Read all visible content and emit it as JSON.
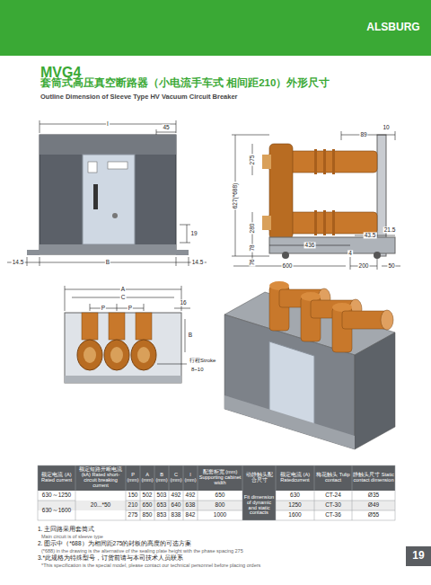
{
  "diagram": {
    "title": "MVG4",
    "labels": [
      "ALSBURG",
      "套筒式高压真空断路器（小电流手车式 相间距210）外形尺寸",
      "Outline Dimension of Sleeve Type HV Vacuum Circuit Breaker",
      "I",
      "45",
      "19",
      "14.5",
      "B",
      "14.5",
      "89",
      "10",
      "275",
      "627(*688)",
      "280",
      "78",
      "76",
      "43.5",
      "21.5",
      "436",
      "4",
      "600",
      "200",
      "50",
      "A",
      "C",
      "P",
      "P",
      "16",
      "B",
      "行程Stroke",
      "8~10",
      "额定电流 (A) Rated current",
      "额定短路开断电流(kA) Rated short-circuit breaking current",
      "P (mm)",
      "A (mm)",
      "B (mm)",
      "C (mm)",
      "I (mm)",
      "配套柜宽 (mm) Supporting cabinet width",
      "动静触头配合尺寸",
      "额定电流 (A) Ratedcurrent",
      "梅花触头 Tulip contact",
      "静触头尺寸 Static contact dimension",
      "630～1250",
      "20...*50",
      "150",
      "502",
      "503",
      "492",
      "492",
      "650",
      "Fit dimension of dynamic and static contacts",
      "630",
      "CT-24",
      "Ø35",
      "630～1600",
      "210",
      "650",
      "653",
      "640",
      "638",
      "800",
      "1250",
      "CT-30",
      "Ø49",
      "275",
      "850",
      "853",
      "838",
      "842",
      "1000",
      "1600",
      "CT-36",
      "Ø55",
      "1. 主回路采用套筒式",
      "Main circuit is of sleeve type",
      "2. 图示中（*688）为相间距275的封板的高度的可选方案",
      "(*688) in the drawing is the alternative of the sealing plate height with the phase spacing 275",
      "3.*此规格为特殊型号，订货前请与本司技术人员联系",
      "*This specification is the special model, please contact our technical personnel before placing orders",
      "19"
    ]
  }
}
